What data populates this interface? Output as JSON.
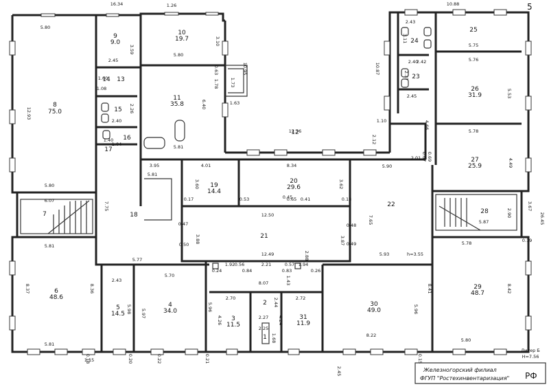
{
  "sheet": {
    "number": "5",
    "floor_label": "Литер Б",
    "height_label": "Н=7.56"
  },
  "stamp": {
    "line1": "Железногорский филиал",
    "line2": "ФГУП \"Ростехинвентаризация\"",
    "mark": "РФ"
  },
  "rooms": [
    {
      "num": "1",
      "area": ""
    },
    {
      "num": "2",
      "area": ""
    },
    {
      "num": "3",
      "area": "11.5"
    },
    {
      "num": "4",
      "area": "34.0"
    },
    {
      "num": "5",
      "area": "14.5"
    },
    {
      "num": "6",
      "area": "48.6"
    },
    {
      "num": "7",
      "area": ""
    },
    {
      "num": "8",
      "area": "75.0"
    },
    {
      "num": "9",
      "area": "9.0"
    },
    {
      "num": "10",
      "area": "19.7"
    },
    {
      "num": "11",
      "area": "35.8"
    },
    {
      "num": "12",
      "area": ""
    },
    {
      "num": "13",
      "area": ""
    },
    {
      "num": "14",
      "area": ""
    },
    {
      "num": "15",
      "area": ""
    },
    {
      "num": "16",
      "area": ""
    },
    {
      "num": "17",
      "area": ""
    },
    {
      "num": "18",
      "area": ""
    },
    {
      "num": "19",
      "area": "14.4"
    },
    {
      "num": "20",
      "area": "29.6"
    },
    {
      "num": "21",
      "area": ""
    },
    {
      "num": "22",
      "area": ""
    },
    {
      "num": "23",
      "area": ""
    },
    {
      "num": "24",
      "area": ""
    },
    {
      "num": "25",
      "area": ""
    },
    {
      "num": "26",
      "area": "31.9"
    },
    {
      "num": "27",
      "area": "25.9"
    },
    {
      "num": "28",
      "area": ""
    },
    {
      "num": "29",
      "area": "48.7"
    },
    {
      "num": "30",
      "area": "49.0"
    },
    {
      "num": "31",
      "area": "11.9"
    }
  ],
  "dimensions": [
    "16.34",
    "10.88",
    "5.80",
    "12.93",
    "5.80",
    "6.07",
    "5.81",
    "8.37",
    "8.36",
    "5.81",
    "2.45",
    "3.59",
    "1.26",
    "5.80",
    "3.10",
    "10.95",
    "1.73",
    "6.40",
    "5.81",
    "1.63",
    "12.56",
    "4.01",
    "8.34",
    "3.60",
    "3.62",
    "12.50",
    "12.49",
    "3.88",
    "3.87",
    "5.77",
    "7.75",
    "5.81",
    "3.95",
    "2.43",
    "5.98",
    "5.70",
    "5.97",
    "5.96",
    "8.07",
    "2.70",
    "2.72",
    "2.27",
    "2.25",
    "4.26",
    "4.24",
    "1.68",
    "8.22",
    "5.96",
    "7.65",
    "5.90",
    "5.93",
    "h=3.55",
    "5.78",
    "5.75",
    "5.76",
    "5.53",
    "5.78",
    "4.49",
    "10.87",
    "2.43",
    "3.11",
    "2.40",
    "2.37",
    "2.45",
    "4.66",
    "2.01",
    "1.10",
    "2.12",
    "8.41",
    "8.42",
    "5.80",
    "5.87",
    "2.90",
    "3.67",
    "26.45",
    "0.17",
    "0.53",
    "0.45",
    "0.65",
    "0.41",
    "0.18",
    "0.47",
    "0.48",
    "0.50",
    "0.49",
    "1.92",
    "0.56",
    "2.21",
    "0.57",
    "1.94",
    "0.84",
    "0.83",
    "0.24",
    "0.26",
    "1.43",
    "2.44",
    "2.88",
    "1.15",
    "0.18",
    "0.20",
    "0.22",
    "2.45",
    "0.19",
    "0.21",
    "0.15",
    "1.08",
    "1.40",
    "1.60",
    "2.40",
    "1.04",
    "2.26",
    "0.67",
    "0.69",
    "1.78",
    "0.63",
    "2.42"
  ]
}
